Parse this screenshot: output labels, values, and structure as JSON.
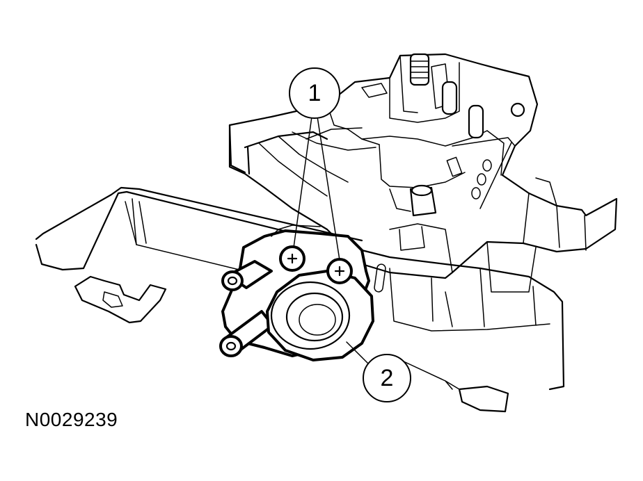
{
  "figure_id": "N0029239",
  "callouts": [
    {
      "label": "1"
    },
    {
      "label": "2"
    }
  ]
}
